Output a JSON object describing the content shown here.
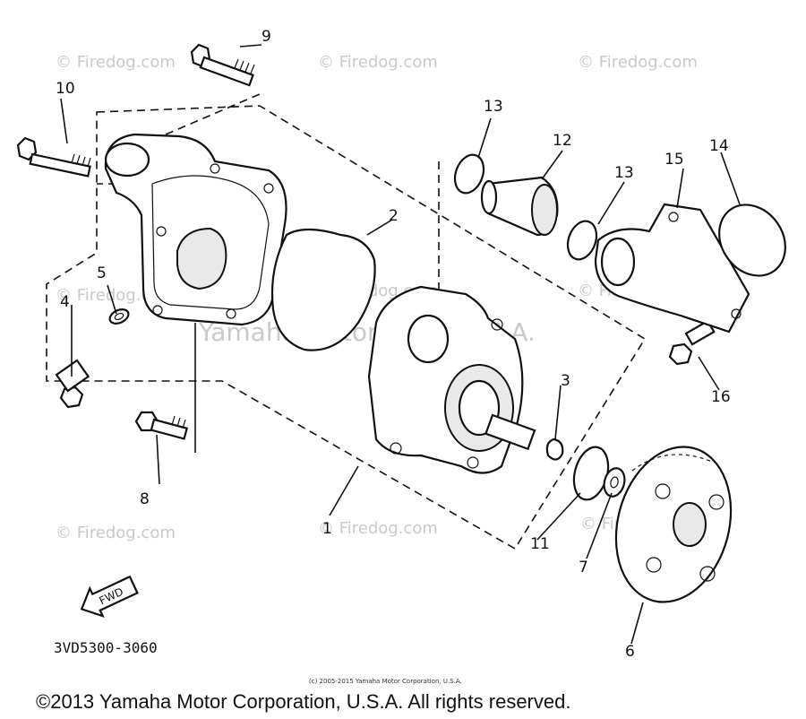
{
  "watermarks": [
    "© Firedog.com",
    "© Firedog.com",
    "© Firedog.com",
    "© Firedog.com",
    "© Firedog.com",
    "© Firedog.com",
    "© Firedog.com",
    "© Firedog.com",
    "© Firedog.com"
  ],
  "center_watermark": "Yamaha Motor Corp. U.S.A.",
  "callouts": [
    "1",
    "2",
    "3",
    "4",
    "5",
    "6",
    "7",
    "8",
    "9",
    "10",
    "11",
    "12",
    "13",
    "13",
    "14",
    "15",
    "16"
  ],
  "fwd_label": "FWD",
  "part_code": "3VD5300-3060",
  "small_copyright": "(c) 2005-2015 Yamaha Motor Corporation, U.S.A.",
  "copyright": "©2013 Yamaha Motor Corporation, U.S.A. All rights reserved."
}
